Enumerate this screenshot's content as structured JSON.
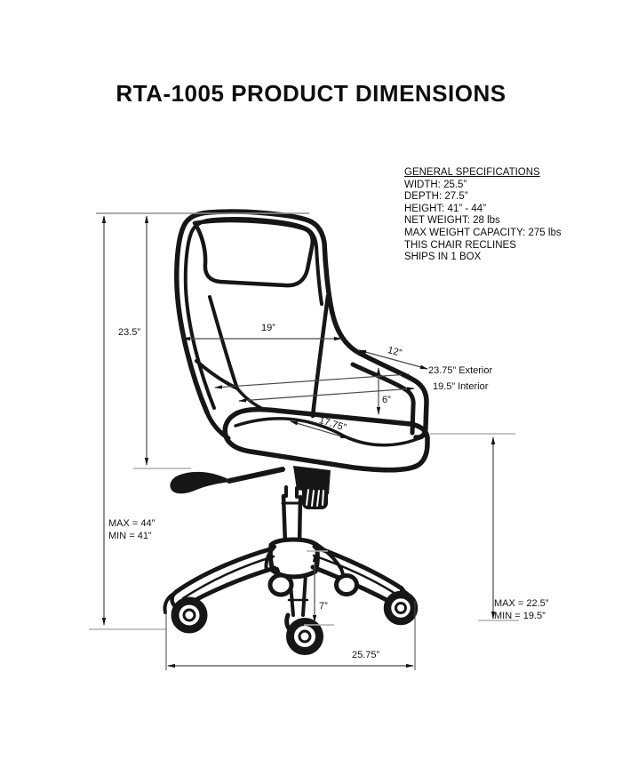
{
  "page": {
    "title": "RTA-1005 PRODUCT DIMENSIONS"
  },
  "specs": {
    "heading": "GENERAL SPECIFICATIONS",
    "lines": [
      "WIDTH: 25.5”",
      "DEPTH: 27.5”",
      "HEIGHT: 41” - 44”",
      "NET WEIGHT: 28 lbs",
      "MAX WEIGHT CAPACITY: 275 lbs",
      "THIS CHAIR RECLINES",
      "SHIPS IN 1 BOX"
    ]
  },
  "dims": {
    "back_height": "23.5”",
    "back_width": "19”",
    "arm_depth": "12”",
    "exterior_width": "23.75” Exterior",
    "interior_width": "19.5” Interior",
    "arm_height": "6”",
    "seat_depth": "17.75”",
    "height_max": "MAX = 44”",
    "height_min": "MIN = 41”",
    "base_height": "7”",
    "seat_height_max": "MAX = 22.5”",
    "seat_height_min": "MIN = 19.5”",
    "base_width": "25.75”"
  },
  "colors": {
    "line_art": "#161616",
    "dimension_line": "#4a4a4a",
    "reference_line": "#b0b0b0",
    "text": "#111111"
  }
}
